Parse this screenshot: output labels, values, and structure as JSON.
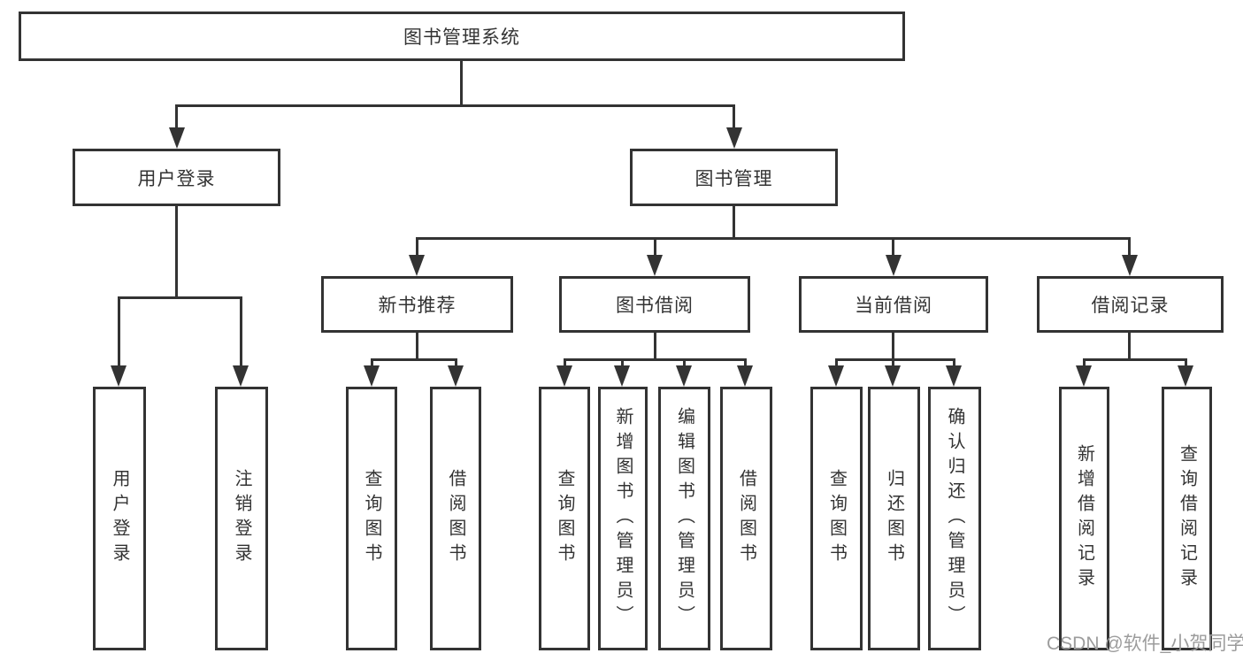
{
  "tree": {
    "root": {
      "label": "图书管理系统"
    },
    "level2": [
      {
        "label": "用户登录"
      },
      {
        "label": "图书管理"
      }
    ],
    "level3": [
      {
        "label": "新书推荐"
      },
      {
        "label": "图书借阅"
      },
      {
        "label": "当前借阅"
      },
      {
        "label": "借阅记录"
      }
    ],
    "leaves": [
      {
        "label": "用户登录"
      },
      {
        "label": "注销登录"
      },
      {
        "label": "查询图书"
      },
      {
        "label": "借阅图书"
      },
      {
        "label": "查询图书"
      },
      {
        "label": "新增图书（管理员）"
      },
      {
        "label": "编辑图书（管理员）"
      },
      {
        "label": "借阅图书"
      },
      {
        "label": "查询图书"
      },
      {
        "label": "归还图书"
      },
      {
        "label": "确认归还（管理员）"
      },
      {
        "label": "新增借阅记录"
      },
      {
        "label": "查询借阅记录"
      }
    ]
  },
  "watermark": {
    "text": "CSDN @软件_小贺同学",
    "color": "#9c9c9c"
  },
  "colors": {
    "line": "#333333",
    "text": "#333333",
    "background": "#ffffff"
  }
}
